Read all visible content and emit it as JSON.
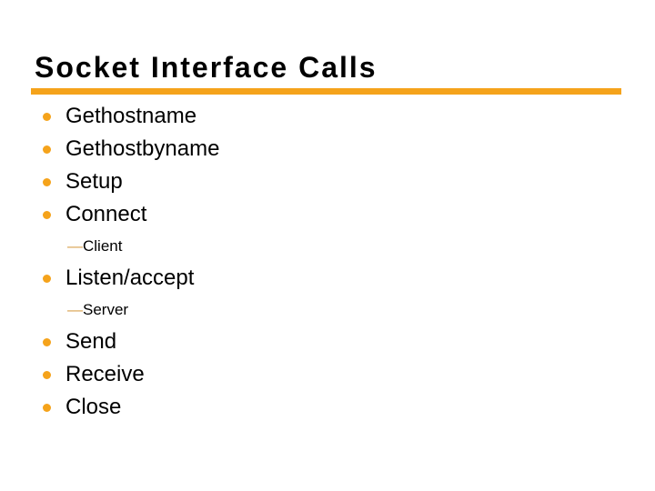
{
  "slide": {
    "title": "Socket Interface Calls",
    "colors": {
      "accent": "#F5A31B",
      "sub_dash": "#D9A24F",
      "text": "#000000",
      "background": "#FFFFFF"
    },
    "items": [
      {
        "label": "Gethostname",
        "level": 1
      },
      {
        "label": "Gethostbyname",
        "level": 1
      },
      {
        "label": "Setup",
        "level": 1
      },
      {
        "label": "Connect",
        "level": 1
      },
      {
        "label": "Client",
        "level": 2,
        "dash": "—"
      },
      {
        "label": "Listen/accept",
        "level": 1
      },
      {
        "label": "Server",
        "level": 2,
        "dash": "—"
      },
      {
        "label": "Send",
        "level": 1
      },
      {
        "label": "Receive",
        "level": 1
      },
      {
        "label": "Close",
        "level": 1
      }
    ]
  }
}
